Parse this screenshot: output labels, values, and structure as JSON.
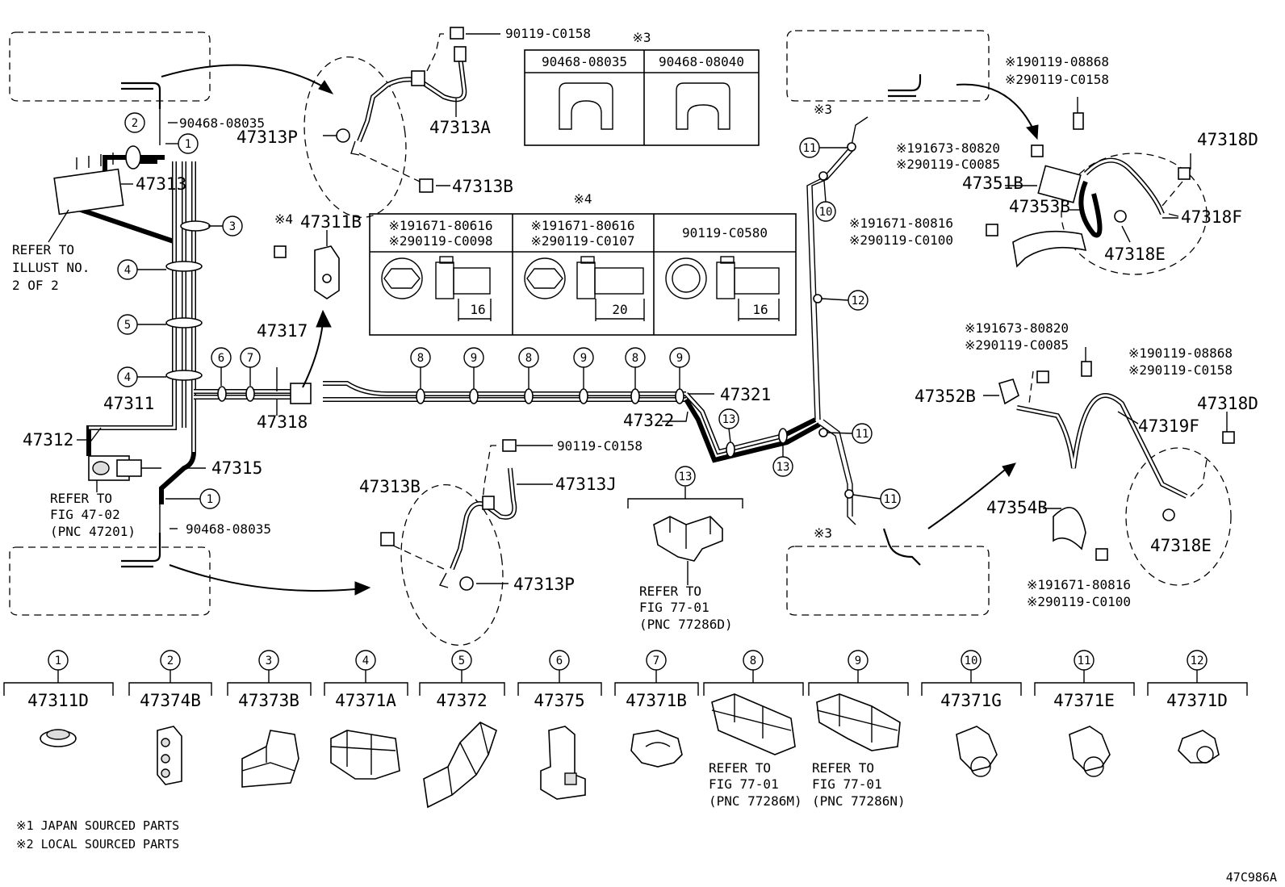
{
  "drawing_id": "47C986A",
  "notes": [
    "※1 JAPAN SOURCED PARTS",
    "※2 LOCAL SOURCED PARTS"
  ],
  "refs": {
    "illust": [
      "REFER TO",
      "ILLUST NO.",
      "2 OF 2"
    ],
    "fig4702": [
      "REFER TO",
      "FIG 47-02",
      "(PNC 47201)"
    ],
    "fig7701d": [
      "REFER TO",
      "FIG 77-01",
      "(PNC 77286D)"
    ],
    "fig7701m": [
      "REFER TO",
      "FIG 77-01",
      "(PNC 77286M)"
    ],
    "fig7701n": [
      "REFER TO",
      "FIG 77-01",
      "(PNC 77286N)"
    ]
  },
  "tables": {
    "clip_table": {
      "marker": "※3",
      "headers": [
        "90468-08035",
        "90468-08040"
      ]
    },
    "bolt_table": {
      "marker": "※4",
      "headers": [
        [
          "※191671-80616",
          "※290119-C0098"
        ],
        [
          "※191671-80616",
          "※290119-C0107"
        ],
        [
          "90119-C0580"
        ]
      ],
      "dims": [
        "16",
        "20",
        "16"
      ]
    }
  },
  "callouts": [
    {
      "id": "p90119C0158a",
      "text": "90119-C0158"
    },
    {
      "id": "p47313A",
      "text": "47313A"
    },
    {
      "id": "p47313P1",
      "text": "47313P"
    },
    {
      "id": "p47313B1",
      "text": "47313B"
    },
    {
      "id": "p47313",
      "text": "47313"
    },
    {
      "id": "p90468a",
      "text": "90468-08035"
    },
    {
      "id": "p47311B",
      "text": "47311B"
    },
    {
      "id": "p47317",
      "text": "47317"
    },
    {
      "id": "p47318",
      "text": "47318"
    },
    {
      "id": "p47311",
      "text": "47311"
    },
    {
      "id": "p47312",
      "text": "47312"
    },
    {
      "id": "p47315",
      "text": "47315"
    },
    {
      "id": "p90468b",
      "text": "90468-08035"
    },
    {
      "id": "p47321",
      "text": "47321"
    },
    {
      "id": "p47322",
      "text": "47322"
    },
    {
      "id": "p90119C0158b",
      "text": "90119-C0158"
    },
    {
      "id": "p47313J",
      "text": "47313J"
    },
    {
      "id": "p47313B2",
      "text": "47313B"
    },
    {
      "id": "p47313P2",
      "text": "47313P"
    },
    {
      "id": "mark3a",
      "text": "※3"
    },
    {
      "id": "mark3b",
      "text": "※3"
    },
    {
      "id": "mark4",
      "text": "※4"
    },
    {
      "id": "r1a",
      "text": "※190119-08868"
    },
    {
      "id": "r1b",
      "text": "※290119-C0158"
    },
    {
      "id": "r2a",
      "text": "※191673-80820"
    },
    {
      "id": "r2b",
      "text": "※290119-C0085"
    },
    {
      "id": "p47351B",
      "text": "47351B"
    },
    {
      "id": "p47353B",
      "text": "47353B"
    },
    {
      "id": "r3a",
      "text": "※191671-80816"
    },
    {
      "id": "r3b",
      "text": "※290119-C0100"
    },
    {
      "id": "p47318D1",
      "text": "47318D"
    },
    {
      "id": "p47318F",
      "text": "47318F"
    },
    {
      "id": "p47318E1",
      "text": "47318E"
    },
    {
      "id": "r4a",
      "text": "※191673-80820"
    },
    {
      "id": "r4b",
      "text": "※290119-C0085"
    },
    {
      "id": "r5a",
      "text": "※190119-08868"
    },
    {
      "id": "r5b",
      "text": "※290119-C0158"
    },
    {
      "id": "p47352B",
      "text": "47352B"
    },
    {
      "id": "p47318D2",
      "text": "47318D"
    },
    {
      "id": "p47319F",
      "text": "47319F"
    },
    {
      "id": "p47354B",
      "text": "47354B"
    },
    {
      "id": "p47318E2",
      "text": "47318E"
    },
    {
      "id": "r6a",
      "text": "※191671-80816"
    },
    {
      "id": "r6b",
      "text": "※290119-C0100"
    }
  ],
  "clips": [
    {
      "n": "1",
      "pn": "47311D"
    },
    {
      "n": "2",
      "pn": "47374B"
    },
    {
      "n": "3",
      "pn": "47373B"
    },
    {
      "n": "4",
      "pn": "47371A"
    },
    {
      "n": "5",
      "pn": "47372"
    },
    {
      "n": "6",
      "pn": "47375"
    },
    {
      "n": "7",
      "pn": "47371B"
    },
    {
      "n": "8",
      "pn": ""
    },
    {
      "n": "9",
      "pn": ""
    },
    {
      "n": "10",
      "pn": "47371G"
    },
    {
      "n": "11",
      "pn": "47371E"
    },
    {
      "n": "12",
      "pn": "47371D"
    }
  ],
  "clip13": {
    "n": "13"
  },
  "markers": [
    "1",
    "2",
    "3",
    "4",
    "5",
    "4",
    "6",
    "7",
    "8",
    "9",
    "8",
    "9",
    "8",
    "9",
    "1",
    "10",
    "11",
    "12",
    "13",
    "13",
    "11",
    "11"
  ]
}
